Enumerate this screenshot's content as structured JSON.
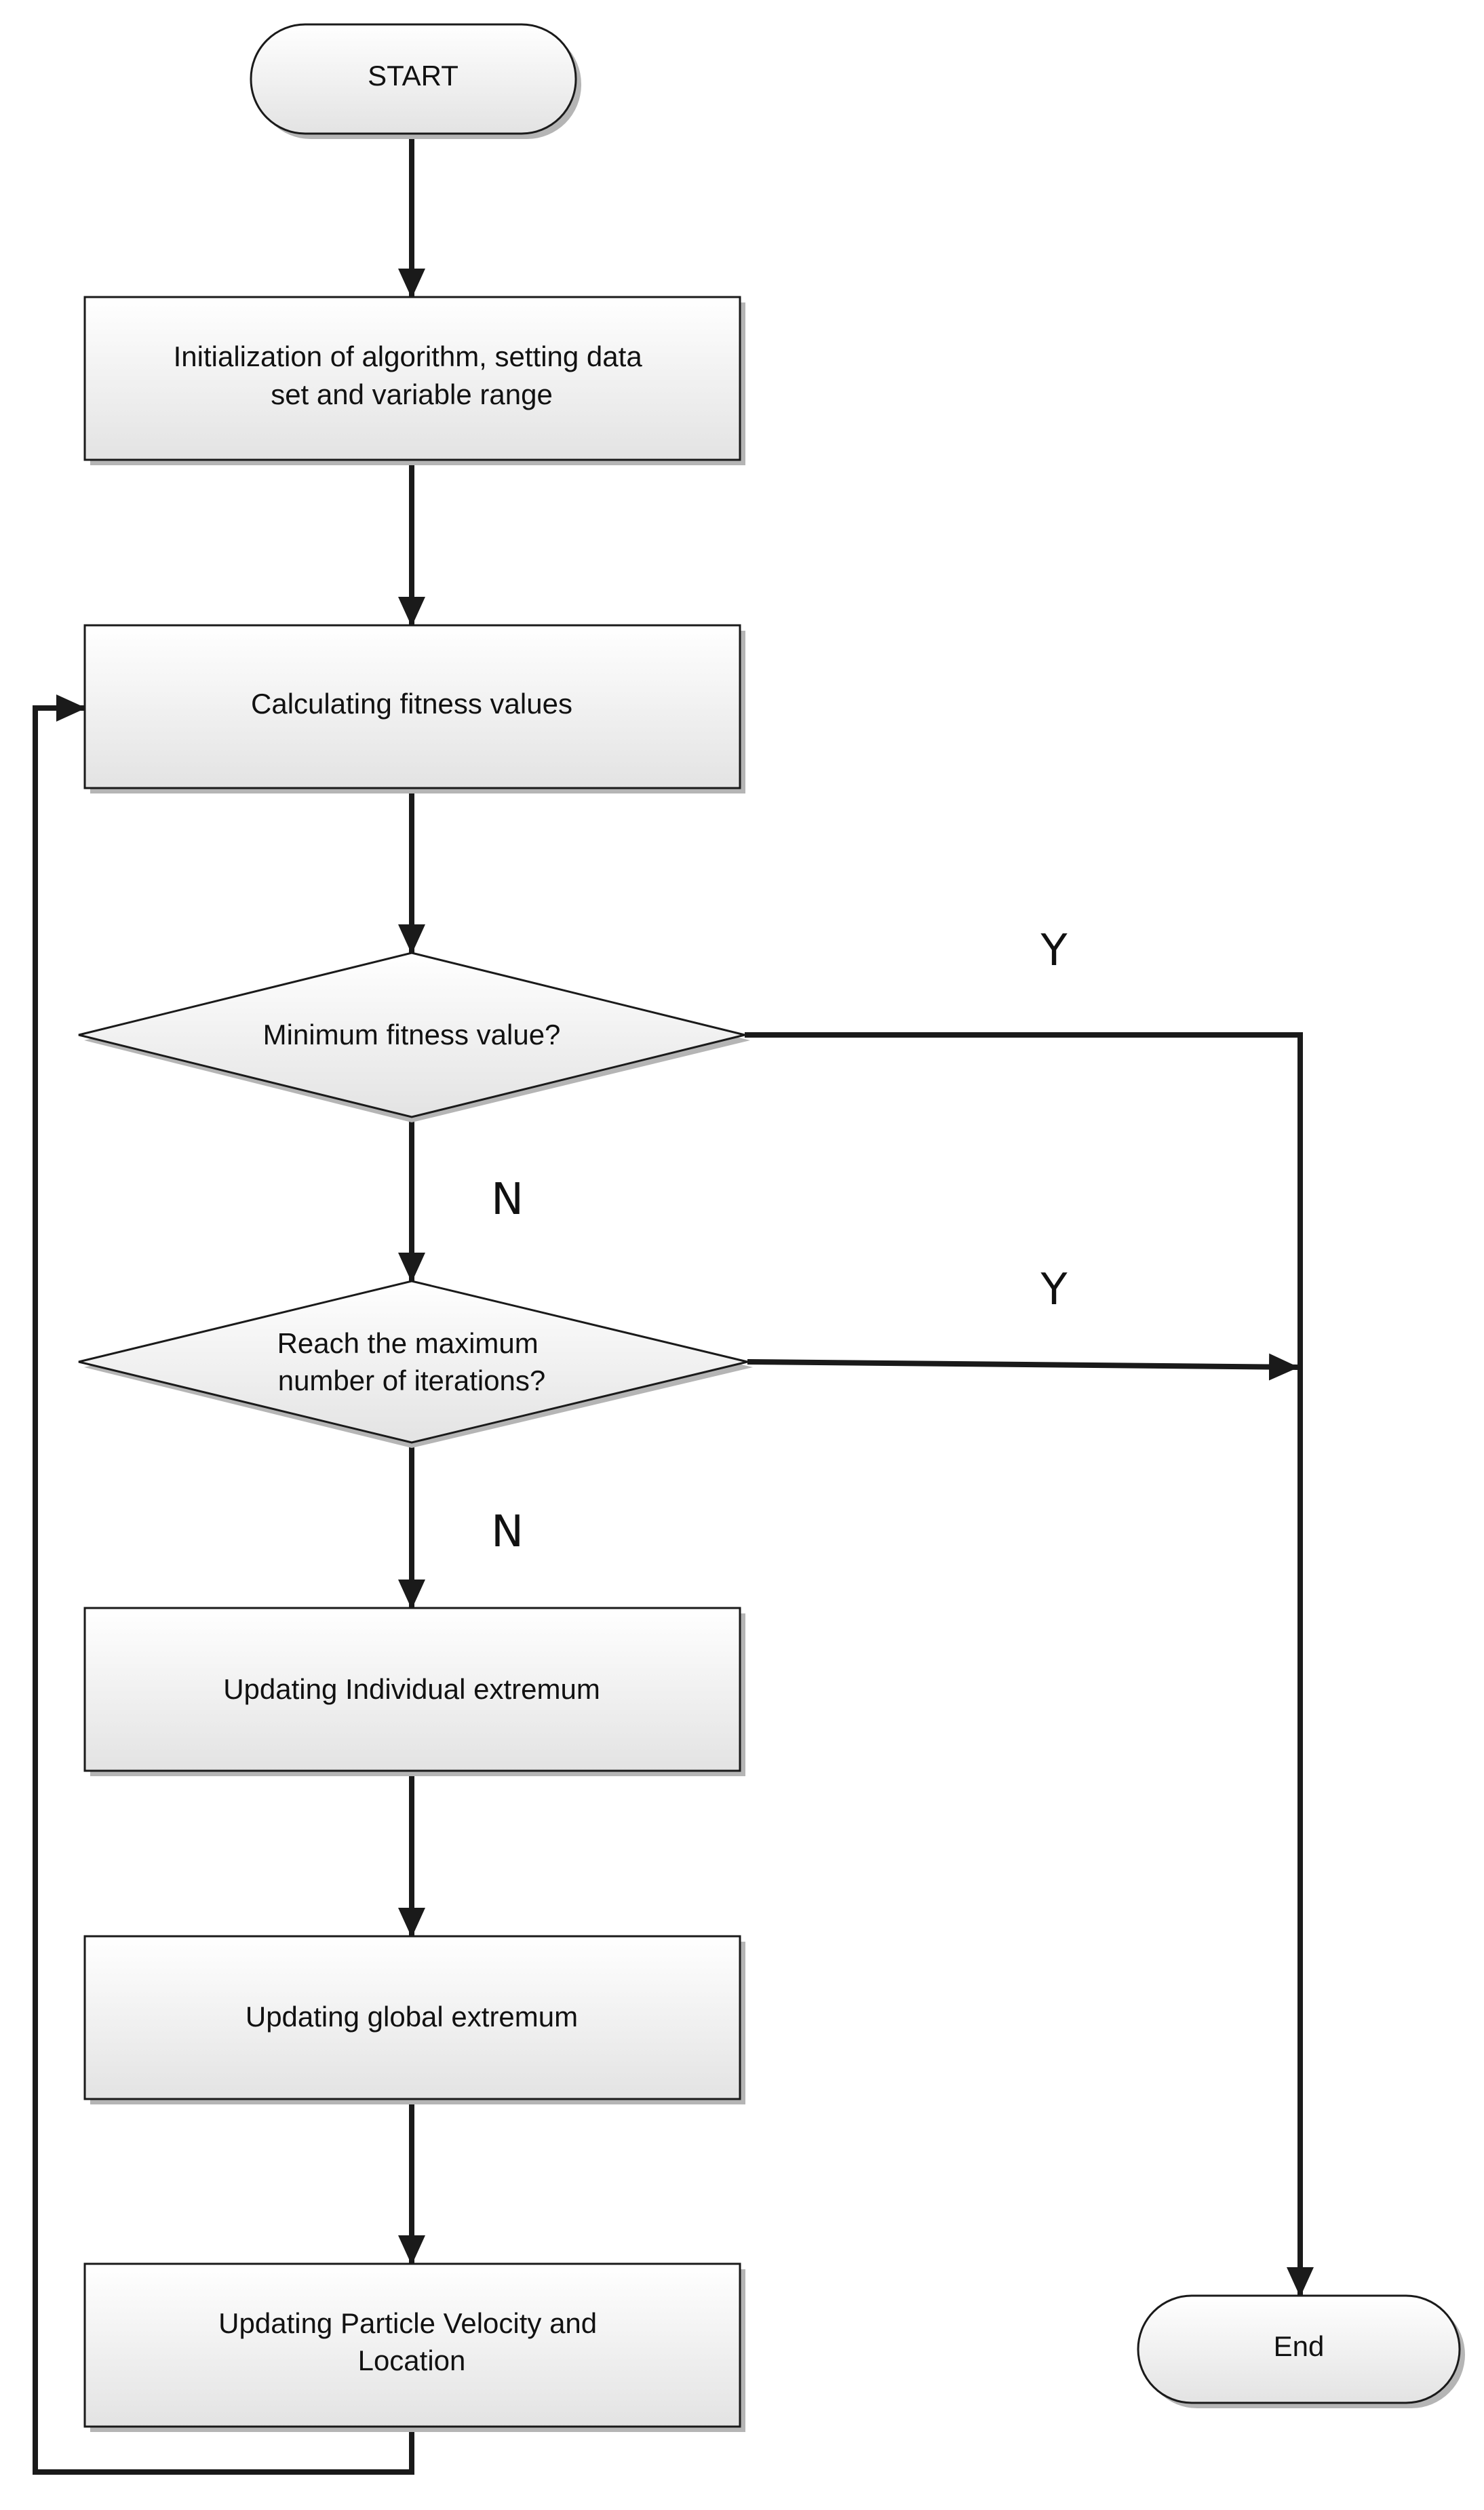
{
  "nodes": {
    "start": "START",
    "init": [
      "Initialization of algorithm, setting data",
      "set and variable range"
    ],
    "fitness": "Calculating fitness values",
    "min_fitness": "Minimum fitness value?",
    "max_iter": [
      "Reach the maximum",
      "number of iterations?"
    ],
    "update_individual": "Updating Individual extremum",
    "update_global": "Updating global extremum",
    "update_velocity": [
      "Updating Particle Velocity and",
      "Location"
    ],
    "end": "End"
  },
  "branch_labels": {
    "min_fitness_yes": "Y",
    "min_fitness_no": "N",
    "max_iter_yes": "Y",
    "max_iter_no": "N"
  },
  "colors": {
    "box_gradient_top": "#ffffff",
    "box_gradient_bottom": "#e3e3e3",
    "stroke": "#1a1a1a",
    "shadow": "#b5b5b5"
  }
}
